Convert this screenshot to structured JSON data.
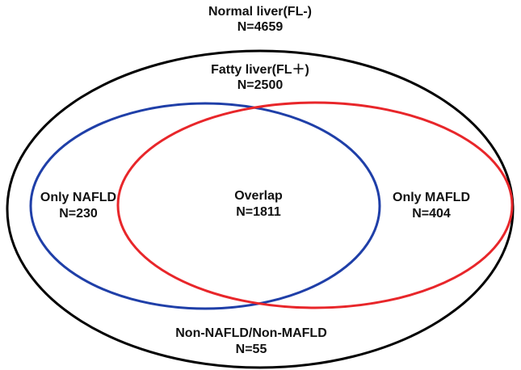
{
  "diagram": {
    "outer": {
      "title": "Normal liver(FL-)",
      "count": "N=4659",
      "color": "#000000"
    },
    "fatty": {
      "title": "Fatty liver(FL＋)",
      "count": "N=2500"
    },
    "nafld": {
      "title": "Only NAFLD",
      "count": "N=230",
      "color": "#1f3fa8"
    },
    "mafld": {
      "title": "Only MAFLD",
      "count": "N=404",
      "color": "#e8262a"
    },
    "overlap": {
      "title": "Overlap",
      "count": "N=1811"
    },
    "neither": {
      "title": "Non-NAFLD/Non-MAFLD",
      "count": "N=55"
    }
  }
}
